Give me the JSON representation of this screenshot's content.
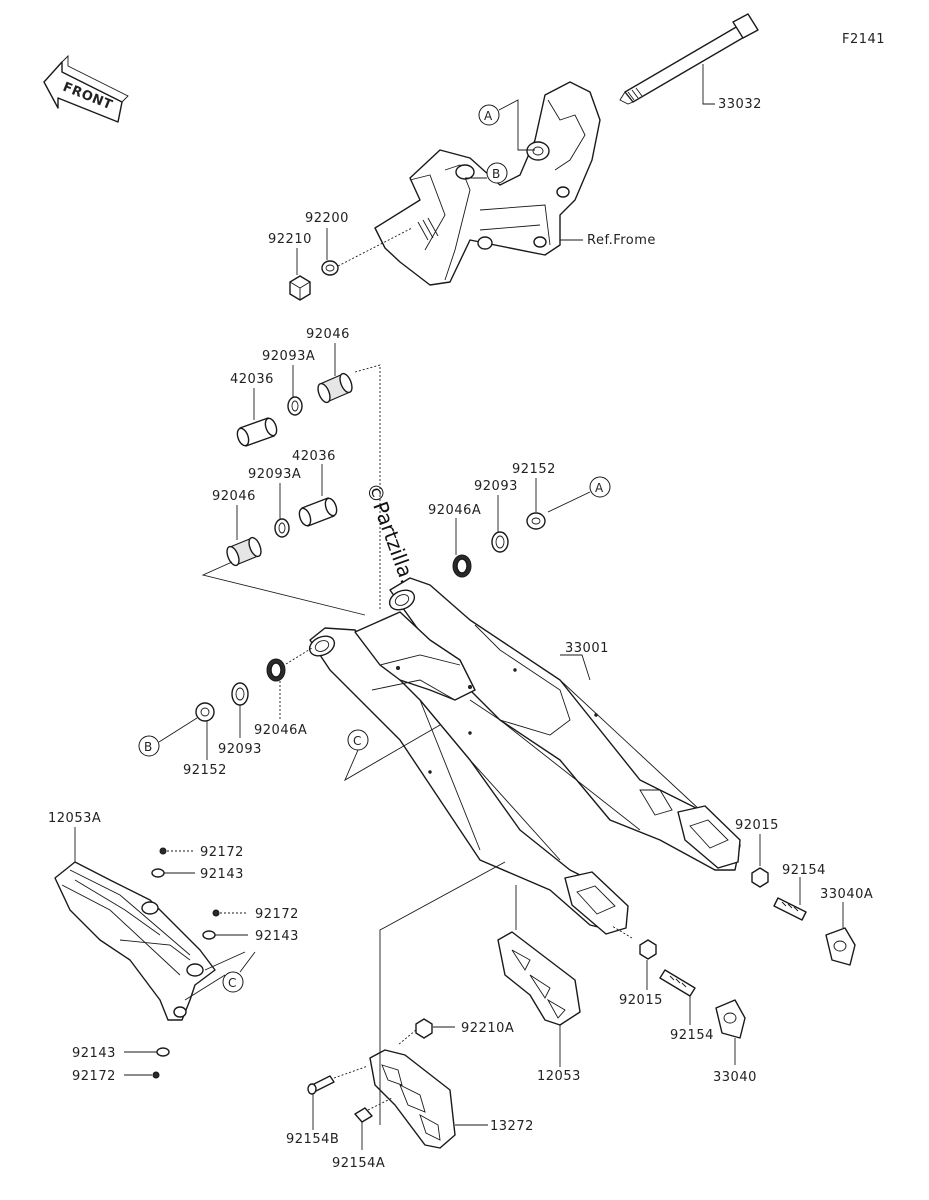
{
  "diagram_id": "F2141",
  "front_arrow_text": "FRONT",
  "watermark": "©Partzilla.com",
  "ref_frame_text": "Ref.Frome",
  "callouts": {
    "A": "A",
    "B": "B",
    "C": "C"
  },
  "parts": {
    "p33032": "33032",
    "p92200": "92200",
    "p92210": "92210",
    "p92046_top": "92046",
    "p92093A_top": "92093A",
    "p42036_top": "42036",
    "p42036_mid": "42036",
    "p92093A_mid": "92093A",
    "p92046_mid": "92046",
    "p92152_right": "92152",
    "p92093_right": "92093",
    "p92046A_right": "92046A",
    "p33001": "33001",
    "p92152_left": "92152",
    "p92093_left": "92093",
    "p92046A_left": "92046A",
    "p12053A": "12053A",
    "p92172_a": "92172",
    "p92143_a": "92143",
    "p92172_b": "92172",
    "p92143_b": "92143",
    "p92143_c": "92143",
    "p92172_c": "92172",
    "p92015_right": "92015",
    "p92154_right": "92154",
    "p33040A": "33040A",
    "p92015_mid": "92015",
    "p92154_mid": "92154",
    "p33040": "33040",
    "p12053": "12053",
    "p92210A": "92210A",
    "p92154B": "92154B",
    "p13272": "13272",
    "p92154A": "92154A"
  }
}
